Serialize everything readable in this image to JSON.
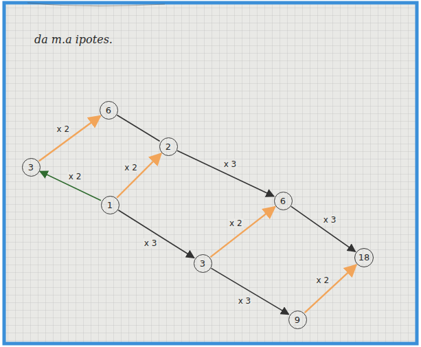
{
  "diagram": {
    "nodes": [
      {
        "text": [
          "6"
        ]
      },
      {
        "text": [
          "3"
        ]
      },
      {
        "text": [
          "2"
        ]
      },
      {
        "text": [
          "1"
        ]
      },
      {
        "text": [
          "6"
        ]
      },
      {
        "text": [
          "3"
        ]
      },
      {
        "text": [
          "18"
        ]
      },
      {
        "text": [
          "9"
        ]
      }
    ],
    "edges": [
      {
        "from": 1,
        "to": 0,
        "arrow": "to",
        "label": "x 2"
      },
      {
        "from": 3,
        "to": 1,
        "arrow": "to",
        "label": "x 2"
      },
      {
        "from": 0,
        "to": 2,
        "arrow": "none"
      },
      {
        "from": 3,
        "to": 2,
        "arrow": "to",
        "label": "x 2"
      },
      {
        "from": 2,
        "to": 4,
        "arrow": "to",
        "label": "x 3"
      },
      {
        "from": 3,
        "to": 5,
        "arrow": "to",
        "label": "x 3"
      },
      {
        "from": 5,
        "to": 4,
        "arrow": "to",
        "label": "x 2"
      },
      {
        "from": 4,
        "to": 6,
        "arrow": "to",
        "label": "x 3"
      },
      {
        "from": 5,
        "to": 7,
        "arrow": "to",
        "label": "x 3"
      },
      {
        "from": 7,
        "to": 6,
        "arrow": "to",
        "label": "x 2"
      }
    ],
    "labels": [
      "da m.a ipotes."
    ]
  }
}
